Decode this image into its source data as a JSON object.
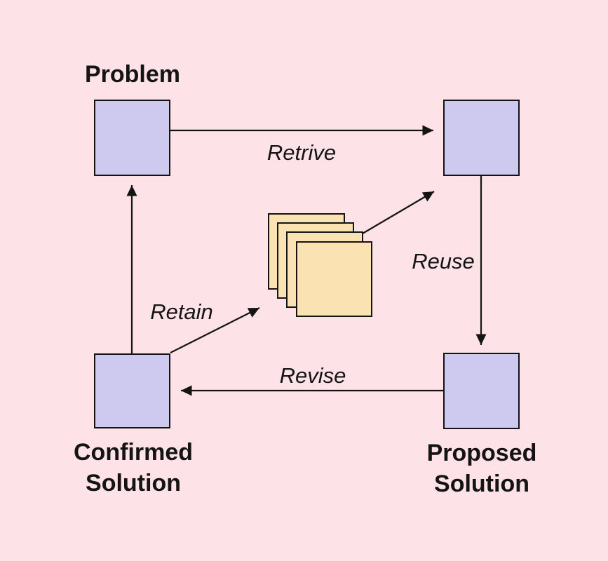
{
  "colors": {
    "background": "#fde2e8",
    "node_fill": "#cdc9ef",
    "node_border": "#141414",
    "card_fill": "#fbe2b3",
    "arrow_color": "#141414",
    "text_color": "#141414"
  },
  "nodes": {
    "problem": {
      "label": "Problem"
    },
    "retrieved_case": {
      "label": ""
    },
    "proposed": {
      "lines": [
        "Proposed",
        "Solution"
      ]
    },
    "confirmed": {
      "lines": [
        "Confirmed",
        "Solution"
      ]
    }
  },
  "edges": {
    "retrieve": {
      "label": "Retrive"
    },
    "reuse": {
      "label": "Reuse"
    },
    "revise": {
      "label": "Revise"
    },
    "retain": {
      "label": "Retain"
    }
  },
  "case_base": {
    "card_count": 4
  }
}
